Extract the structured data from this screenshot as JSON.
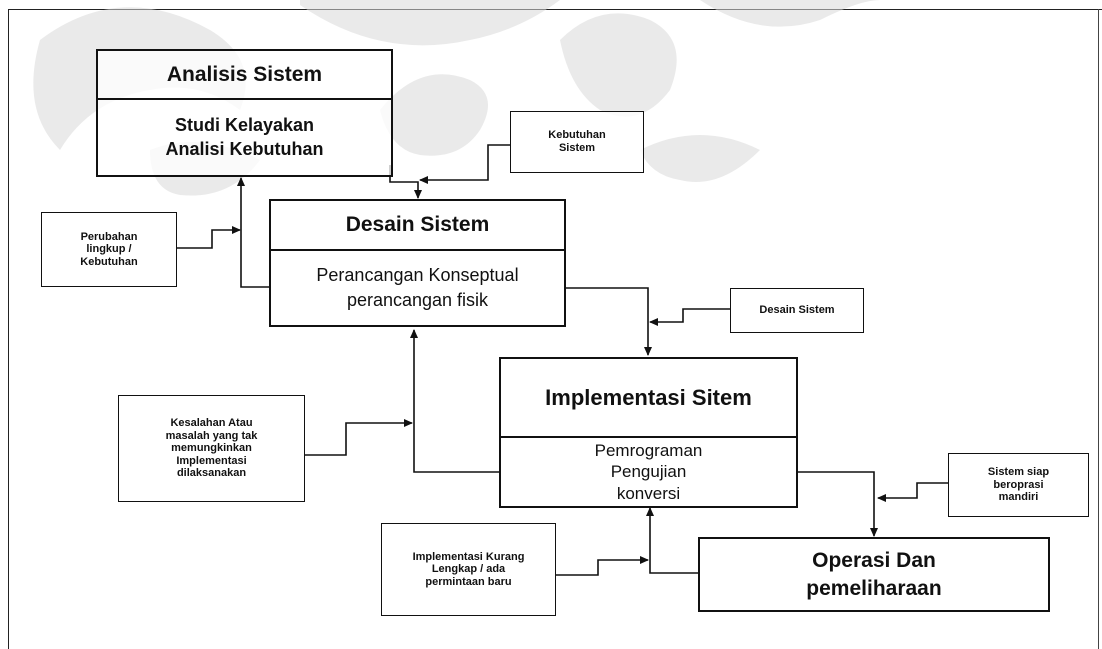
{
  "boxes": {
    "analisis": {
      "title": "Analisis Sistem",
      "lines": [
        "Studi Kelayakan",
        "Analisi Kebutuhan"
      ]
    },
    "desain": {
      "title": "Desain Sistem",
      "lines": [
        "Perancangan Konseptual",
        "perancangan fisik"
      ]
    },
    "implementasi": {
      "title": "Implementasi Sitem",
      "lines": [
        "Pemrograman",
        "Pengujian",
        "konversi"
      ]
    },
    "operasi": {
      "lines": [
        "Operasi Dan",
        "pemeliharaan"
      ]
    }
  },
  "inputs": {
    "kebutuhan_sistem": [
      "Kebutuhan",
      "Sistem"
    ],
    "perubahan": [
      "Perubahan",
      "lingkup /",
      "Kebutuhan"
    ],
    "desain_sistem": [
      "Desain Sistem"
    ],
    "kesalahan": [
      "Kesalahan Atau",
      "masalah yang tak",
      "memungkinkan",
      "Implementasi",
      "dilaksanakan"
    ],
    "sistem_siap": [
      "Sistem siap",
      "beroprasi",
      "mandiri"
    ],
    "implementasi_kurang": [
      "Implementasi Kurang",
      "Lengkap / ada",
      "permintaan baru"
    ]
  }
}
